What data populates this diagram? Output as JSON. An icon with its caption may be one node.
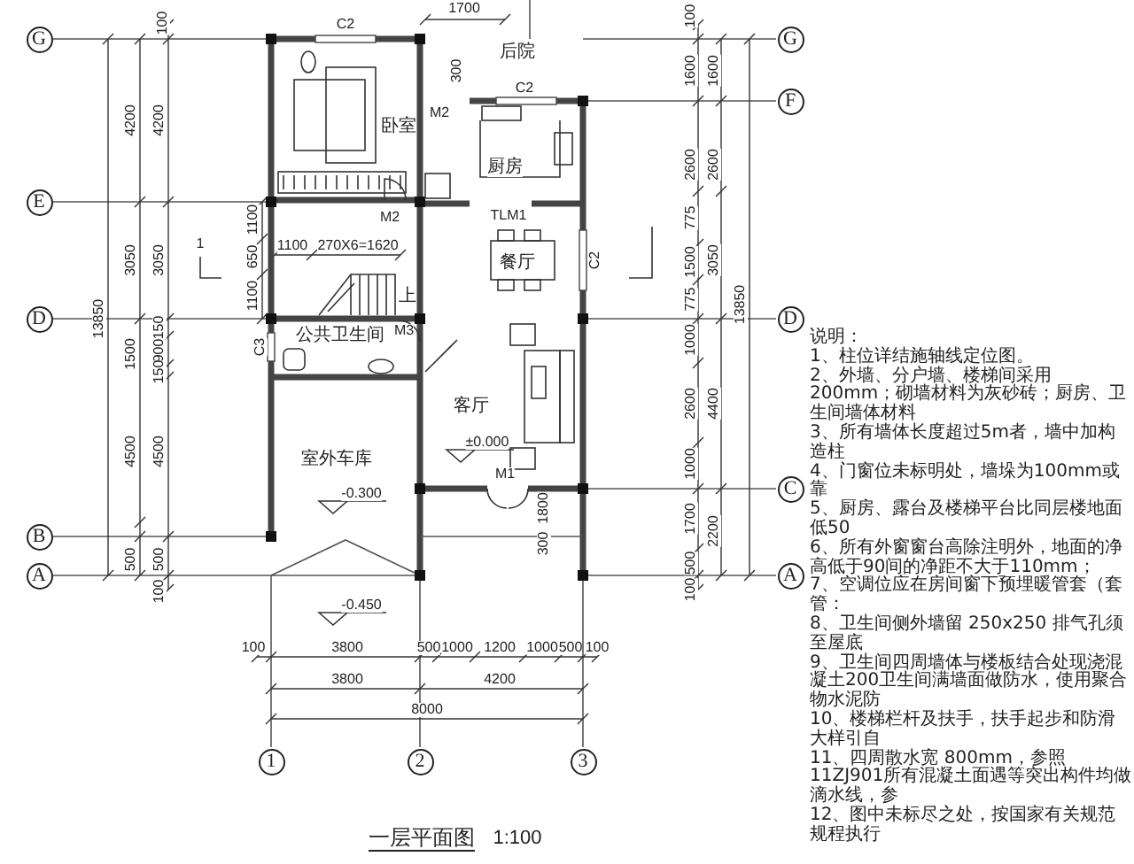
{
  "diagram": {
    "title": "一层平面图",
    "nodes": [
      {
        "text": [
          "G"
        ]
      },
      {
        "text": [
          "E"
        ]
      },
      {
        "text": [
          "D"
        ]
      },
      {
        "text": [
          "B"
        ]
      },
      {
        "text": [
          "A"
        ]
      },
      {
        "text": [
          "G"
        ]
      },
      {
        "text": [
          "F"
        ]
      },
      {
        "text": [
          "D"
        ]
      },
      {
        "text": [
          "C"
        ]
      },
      {
        "text": [
          "A"
        ]
      },
      {
        "text": [
          "1"
        ]
      },
      {
        "text": [
          "2"
        ]
      },
      {
        "text": [
          "3"
        ]
      }
    ],
    "edges": [],
    "labels": [
      "1700",
      "100",
      "C2",
      "后院",
      "100",
      "4200",
      "4200",
      "卧室",
      "300",
      "M2",
      "C2",
      "1600",
      "1600",
      "厨房",
      "2600",
      "2600",
      "M2",
      "TLM1",
      "1100",
      "650",
      "1100",
      "1",
      "1100",
      "270X6=1620",
      "3050",
      "3050",
      "13850",
      "餐厅",
      "C2",
      "775",
      "1500",
      "3050",
      "775",
      "13850",
      "上",
      "C3",
      "公共卫生间",
      "M3",
      "1500",
      "150",
      "900",
      "150",
      "1000",
      "客厅",
      "2600",
      "4400",
      "±0.000",
      "室外车库",
      "4500",
      "4500",
      "M1",
      "1000",
      "-0.300",
      "1800",
      "300",
      "1700",
      "2200",
      "500",
      "500",
      "500",
      "100",
      "100",
      "-0.450",
      "100",
      "3800",
      "500",
      "1000",
      "1200",
      "1000",
      "500",
      "100",
      "3800",
      "4200",
      "8000",
      "1:100",
      "说明：",
      "1、柱位详结施轴线定位图。",
      "2、外墙、分户墙、楼梯间采用200mm；砌墙材料为灰砂砖；厨房、卫生间墙体材料",
      "3、所有墙体长度超过5m者，墙中加构造柱",
      "4、门窗位未标明处，墙垛为100mm或靠",
      "5、厨房、露台及楼梯平台比同层楼地面低50",
      "6、所有外窗窗台高除注明外，地面的净高低于90间的净距不大于110mm；",
      "7、空调位应在房间窗下预埋暖管套（套管：",
      "8、卫生间侧外墙留 250x250 排气孔须至屋底",
      "9、卫生间四周墙体与楼板结合处现浇混凝土200卫生间满墙面做防水，使用聚合物水泥防",
      "10、楼梯栏杆及扶手，扶手起步和防滑大样引自",
      "11、四周散水宽 800mm，参照 11ZJ901所有混凝土面遇等突出构件均做滴水线，参",
      "12、图中未标尽之处，按国家有关规范规程执行"
    ]
  }
}
